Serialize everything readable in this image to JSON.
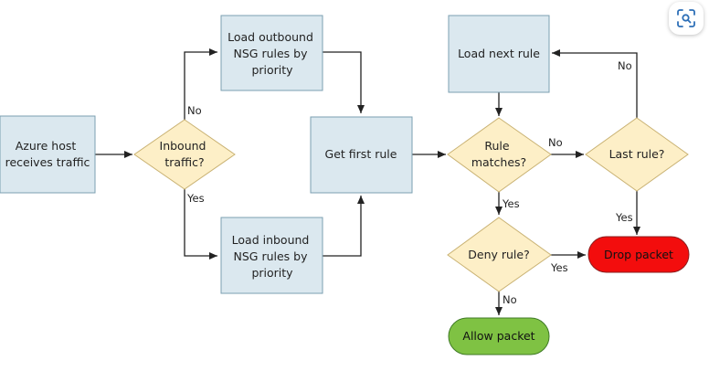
{
  "nodes": {
    "azure_host": [
      "Azure host",
      "receives traffic"
    ],
    "inbound": [
      "Inbound",
      "traffic?"
    ],
    "load_outbound": [
      "Load outbound",
      "NSG rules by",
      "priority"
    ],
    "load_inbound": [
      "Load inbound",
      "NSG rules by",
      "priority"
    ],
    "get_first": [
      "Get first rule"
    ],
    "load_next": [
      "Load next rule"
    ],
    "rule_matches": [
      "Rule",
      "matches?"
    ],
    "last_rule": [
      "Last rule?"
    ],
    "deny_rule": [
      "Deny rule?"
    ],
    "drop_packet": [
      "Drop packet"
    ],
    "allow_packet": [
      "Allow packet"
    ]
  },
  "edges": {
    "inbound_no": "No",
    "inbound_yes": "Yes",
    "match_no": "No",
    "match_yes": "Yes",
    "last_no": "No",
    "last_yes": "Yes",
    "deny_yes": "Yes",
    "deny_no": "No"
  },
  "colors": {
    "process_fill": "#dbe8ef",
    "decision_fill": "#fdefc7",
    "drop_fill": "#f30d0d",
    "allow_fill": "#7fc243"
  },
  "toolbar": {
    "scan_icon": "visual-search-icon"
  }
}
